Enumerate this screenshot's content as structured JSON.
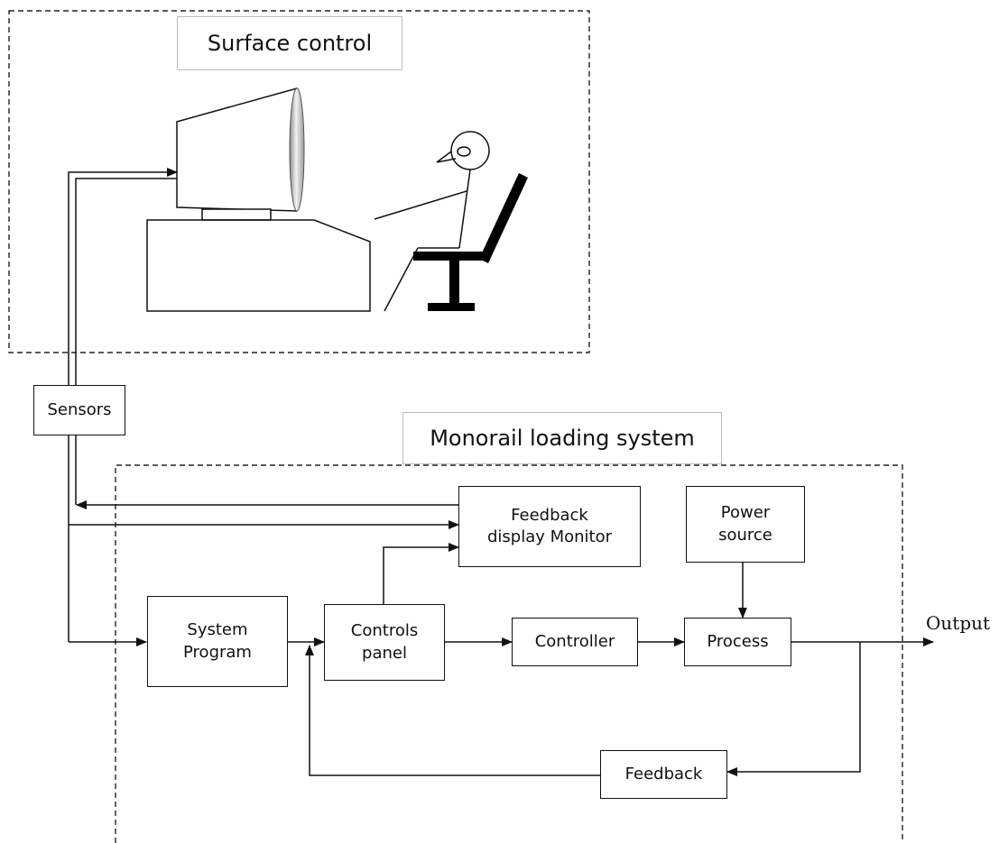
{
  "regions": {
    "surface_control": "Surface control",
    "monorail_loading_system": "Monorail loading system"
  },
  "blocks": {
    "sensors": "Sensors",
    "feedback_display_monitor": "Feedback\ndisplay Monitor",
    "power_source": "Power\nsource",
    "system_program": "System\nProgram",
    "controls_panel": "Controls\npanel",
    "controller": "Controller",
    "process": "Process",
    "feedback": "Feedback"
  },
  "output_label": "Output",
  "icons": {
    "monitor": "computer-monitor-icon",
    "desk": "desk-icon",
    "operator": "seated-operator-icon",
    "chair": "chair-icon"
  },
  "colors": {
    "line": "#111111",
    "title_border": "#bdbdbd"
  }
}
